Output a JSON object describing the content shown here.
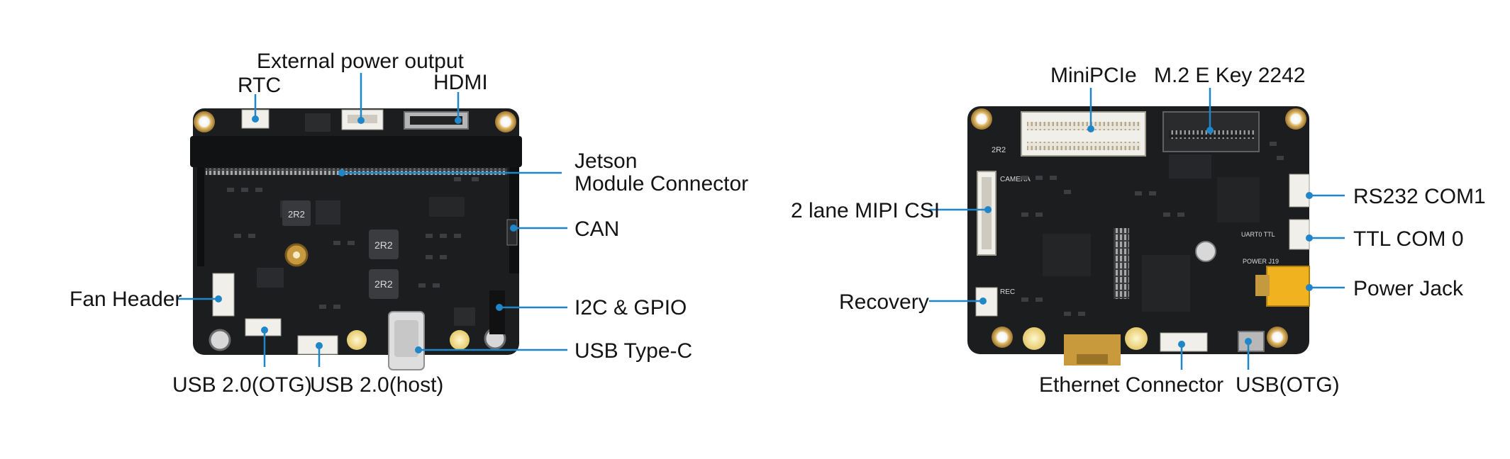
{
  "colors": {
    "callout": "#1f86c9",
    "board": "#1c1d1f",
    "board_dark": "#101112",
    "silk": "#d9d9d9",
    "gold": "#c89a3c",
    "connector_white": "#f1efe9",
    "xt_yellow": "#f1b21f",
    "text": "#141414",
    "background": "#ffffff"
  },
  "boards": {
    "front": {
      "labels": {
        "rtc": "RTC",
        "ext_power": "External power output",
        "hdmi": "HDMI",
        "jetson_line1": "Jetson",
        "jetson_line2": "Module Connector",
        "can": "CAN",
        "fan": "Fan Header",
        "i2c": "I2C & GPIO",
        "usbc": "USB Type-C",
        "usb_otg": "USB 2.0(OTG)",
        "usb_host": "USB 2.0(host)"
      },
      "silk": [
        "2R2",
        "2R2",
        "2R2"
      ]
    },
    "back": {
      "labels": {
        "minipcie": "MiniPCIe",
        "m2": "M.2 E Key 2242",
        "mipi": "2 lane MIPI CSI",
        "rs232": "RS232 COM1",
        "ttl": "TTL COM 0",
        "recovery": "Recovery",
        "power_jack": "Power Jack",
        "ethernet": "Ethernet Connector",
        "usb_otg": "USB(OTG)"
      },
      "silk": [
        "2R2",
        "CAMERA",
        "UART0 TTL",
        "POWER J19",
        "REC"
      ]
    }
  }
}
